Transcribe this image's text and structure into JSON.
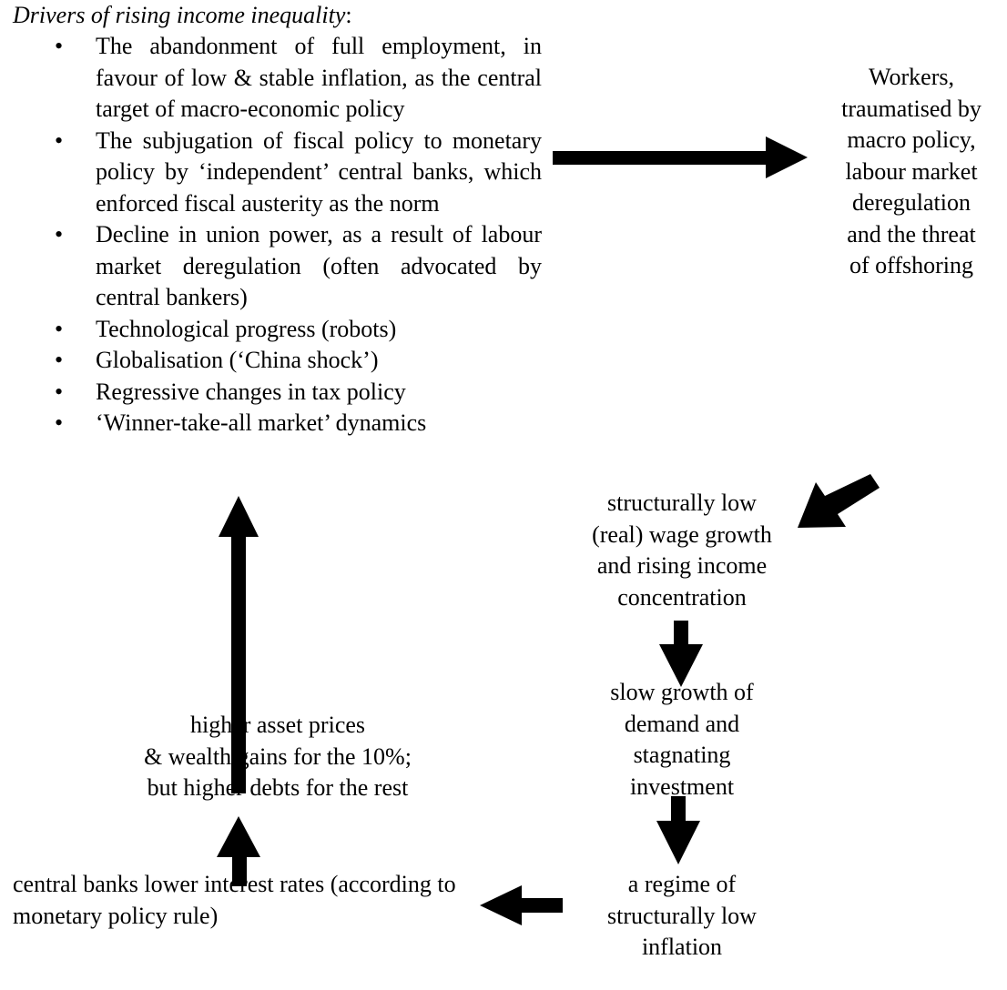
{
  "title": "Drivers of rising income inequality",
  "title_suffix": ":",
  "bullet_glyph": "•",
  "drivers": [
    "The abandonment of full employment, in favour of low & stable inflation, as the central target of macro-economic policy",
    "The subjugation of fiscal policy to monetary policy by ‘independent’ central banks, which enforced fiscal austerity as the norm",
    "Decline in union power, as a result of labour market deregulation (often advocated by central bankers)",
    "Technological progress (robots)",
    "Globalisation (‘China shock’)",
    "Regressive changes in tax policy",
    "‘Winner-take-all market’ dynamics"
  ],
  "nodes": {
    "workers": [
      "Workers,",
      "traumatised by",
      "macro policy,",
      "labour market",
      "deregulation",
      "and the threat",
      "of offshoring"
    ],
    "wage": [
      "structurally low",
      "(real) wage growth",
      "and rising income",
      "concentration"
    ],
    "demand": [
      "slow growth of",
      "demand and",
      "stagnating",
      "investment"
    ],
    "regime": [
      "a regime of",
      "structurally low",
      "inflation"
    ],
    "assets": [
      "higher asset prices",
      "& wealth gains for the 10%;",
      "but higher debts for the rest"
    ],
    "rates": [
      "central banks lower interest rates (according to",
      "monetary policy rule)"
    ]
  },
  "colors": {
    "text": "#000000",
    "arrow": "#000000",
    "background": "#ffffff"
  }
}
